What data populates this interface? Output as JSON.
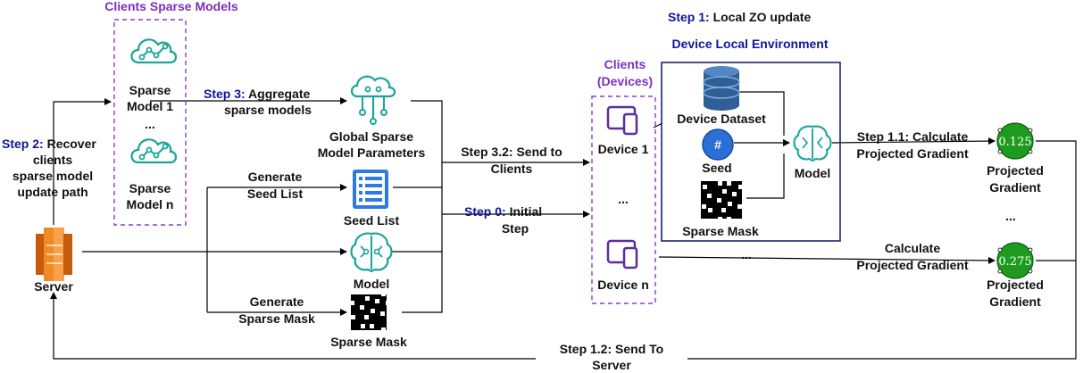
{
  "clients_sparse_models": {
    "title": "Clients Sparse Models",
    "model_1_line1": "Sparse",
    "model_1_line2": "Model 1",
    "dots": "...",
    "model_n_line1": "Sparse",
    "model_n_line2": "Model n"
  },
  "step2": {
    "prefix": "Step 2:",
    "line1_rest": " Recover",
    "line2": "clients",
    "line3": "sparse model",
    "line4": "update path"
  },
  "server": {
    "label": "Server"
  },
  "step3": {
    "prefix": "Step 3:",
    "line1_rest": " Aggregate",
    "line2": "sparse models"
  },
  "global_params": {
    "line1": "Global Sparse",
    "line2": "Model Parameters"
  },
  "generate_seed": {
    "line1": "Generate",
    "line2": "Seed List"
  },
  "seed_list": {
    "label": "Seed List"
  },
  "model_center": {
    "label": "Model"
  },
  "generate_mask": {
    "line1": "Generate",
    "line2": "Sparse Mask"
  },
  "sparse_mask_bottom": {
    "label": "Sparse Mask"
  },
  "step32": {
    "line1": "Step 3.2: Send to",
    "line2": "Clients"
  },
  "step0": {
    "prefix": "Step 0:",
    "line1_rest": " Initial",
    "line2": "Step"
  },
  "clients": {
    "title_line1": "Clients",
    "title_line2": "(Devices)",
    "device_1": "Device 1",
    "dots": "...",
    "device_n": "Device n"
  },
  "step1": {
    "prefix": "Step 1:",
    "rest": " Local ZO update"
  },
  "device_env": {
    "title": "Device Local Environment",
    "dataset": "Device Dataset",
    "seed": "Seed",
    "seed_symbol": "#",
    "sparse_mask": "Sparse Mask",
    "model": "Model"
  },
  "step11": {
    "line1": "Step 1.1: Calculate",
    "line2": "Projected Gradient"
  },
  "calc_pg": {
    "line1": "Calculate",
    "line2": "Projected Gradient"
  },
  "mid_dots": "...",
  "gradient_1": {
    "value": "0.125",
    "line1": "Projected",
    "line2": "Gradient"
  },
  "gradient_dots": "...",
  "gradient_n": {
    "value": "0.275",
    "line1": "Projected",
    "line2": "Gradient"
  },
  "step12": {
    "line1": "Step 1.2: Send To",
    "line2": "Server"
  },
  "colors": {
    "accent_purple": "#7b2fbe",
    "step_blue": "#10169a",
    "teal_icon": "#1aa59a",
    "device_purple": "#5b2d9e",
    "gradient_green": "#1e9b1e",
    "server_orange": "#f08a24",
    "env_border": "#1a2470"
  }
}
